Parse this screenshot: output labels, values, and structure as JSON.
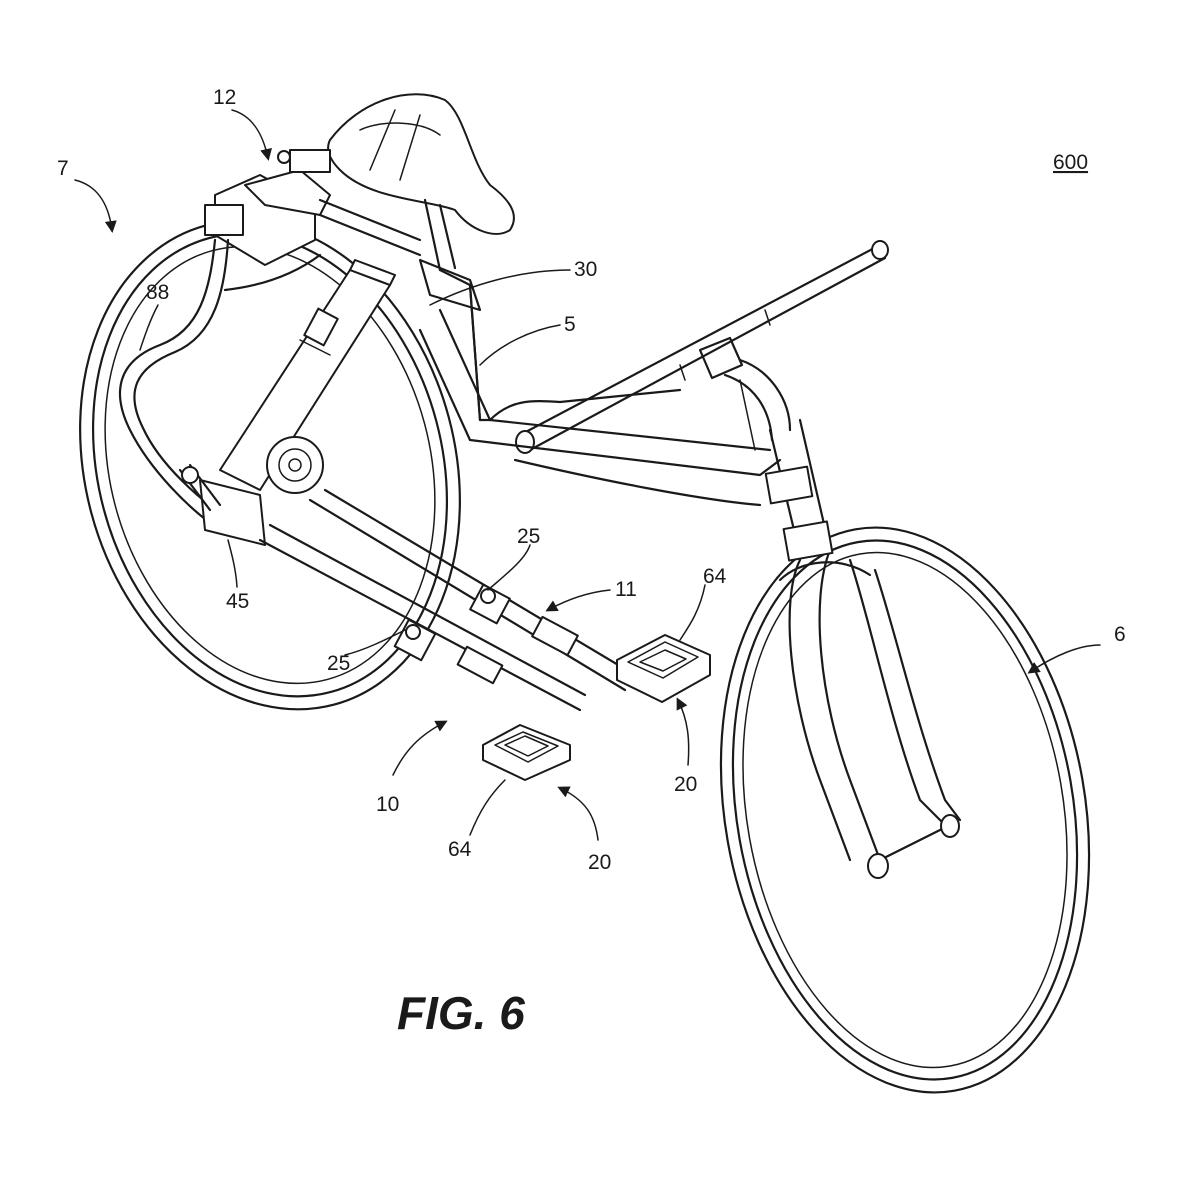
{
  "figure": {
    "caption": "FIG. 6",
    "reference_number": "600"
  },
  "labels": {
    "l12": "12",
    "l7": "7",
    "l88": "88",
    "l30": "30",
    "l5": "5",
    "l25a": "25",
    "l11": "11",
    "l64a": "64",
    "l6": "6",
    "l45": "45",
    "l25b": "25",
    "l20a": "20",
    "l10": "10",
    "l64b": "64",
    "l20b": "20"
  }
}
